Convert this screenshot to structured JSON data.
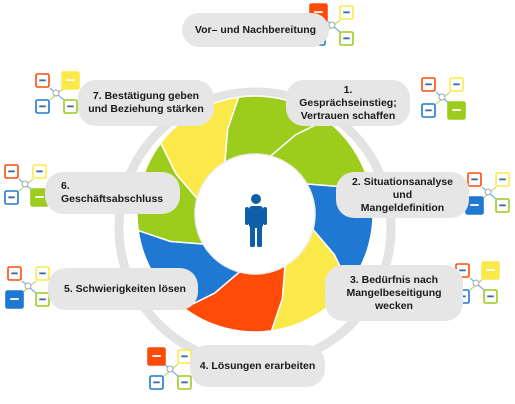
{
  "colors": {
    "blue": "#1f78d1",
    "green": "#9ccc1c",
    "yellow": "#fbe94a",
    "orange": "#ff4b0a",
    "ring": "#e3e3e3",
    "label_bg": "#e6e6e6",
    "person": "#0f5fa8"
  },
  "center_icon": "person-icon",
  "stages": [
    {
      "id": "prep",
      "label": "Vor– und Nachbereitung",
      "highlight": "orange"
    },
    {
      "id": "s1",
      "label": "1. Gesprächseinstieg;\nVertrauen schaffen",
      "highlight": "green"
    },
    {
      "id": "s2",
      "label": "2. Situationsanalyse und\nMangeldefinition",
      "highlight": "blue"
    },
    {
      "id": "s3",
      "label": "3. Bedürfnis nach\nMangelbeseitigung\nwecken",
      "highlight": "yellow"
    },
    {
      "id": "s4",
      "label": "4. Lösungen erarbeiten",
      "highlight": "orange"
    },
    {
      "id": "s5",
      "label": "5. Schwierigkeiten lösen",
      "highlight": "blue"
    },
    {
      "id": "s6",
      "label": "6. Geschäftsabschluss",
      "highlight": "green"
    },
    {
      "id": "s7",
      "label": "7. Bestätigung geben\nund Beziehung stärken",
      "highlight": "yellow"
    }
  ]
}
